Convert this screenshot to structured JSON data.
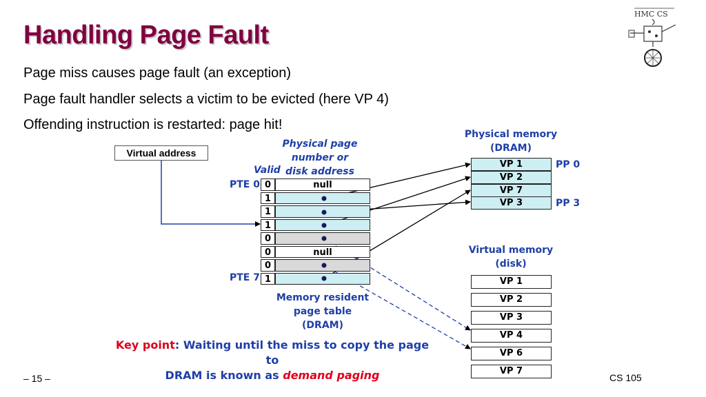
{
  "slide": {
    "title": "Handling Page Fault",
    "bullets": [
      "Page miss causes page fault (an exception)",
      "Page fault handler selects a victim to be evicted (here VP 4)",
      "Offending instruction is restarted: page hit!"
    ],
    "page_number": "– 15 –",
    "course": "CS 105",
    "logo_text": "HMC CS"
  },
  "diagram": {
    "virtual_address_label": "Virtual address",
    "valid_header": "Valid",
    "ppn_header": [
      "Physical page",
      "number or",
      "disk address"
    ],
    "pte_first_label": "PTE 0",
    "pte_last_label": "PTE 7",
    "page_table": [
      {
        "valid": "0",
        "addr": "null",
        "kind": "disk"
      },
      {
        "valid": "1",
        "addr": "",
        "kind": "res"
      },
      {
        "valid": "1",
        "addr": "",
        "kind": "res"
      },
      {
        "valid": "1",
        "addr": "",
        "kind": "res"
      },
      {
        "valid": "0",
        "addr": "",
        "kind": "disk"
      },
      {
        "valid": "0",
        "addr": "null",
        "kind": "disk"
      },
      {
        "valid": "0",
        "addr": "",
        "kind": "disk"
      },
      {
        "valid": "1",
        "addr": "",
        "kind": "res"
      }
    ],
    "page_table_caption": [
      "Memory resident",
      "page table",
      "(DRAM)"
    ],
    "physical_memory_title": [
      "Physical memory",
      "(DRAM)"
    ],
    "physical_pages": [
      "VP 1",
      "VP 2",
      "VP 7",
      "VP 3"
    ],
    "pp0_label": "PP 0",
    "pp3_label": "PP 3",
    "virtual_memory_title": [
      "Virtual memory",
      "(disk)"
    ],
    "disk_pages": [
      "VP 1",
      "VP 2",
      "VP 3",
      "VP 4",
      "VP 6",
      "VP 7"
    ]
  },
  "key_point": {
    "label": "Key point",
    "text_before": ": Waiting until the miss to copy the page to",
    "text_line2": "DRAM is known as ",
    "emphasis": "demand paging"
  }
}
